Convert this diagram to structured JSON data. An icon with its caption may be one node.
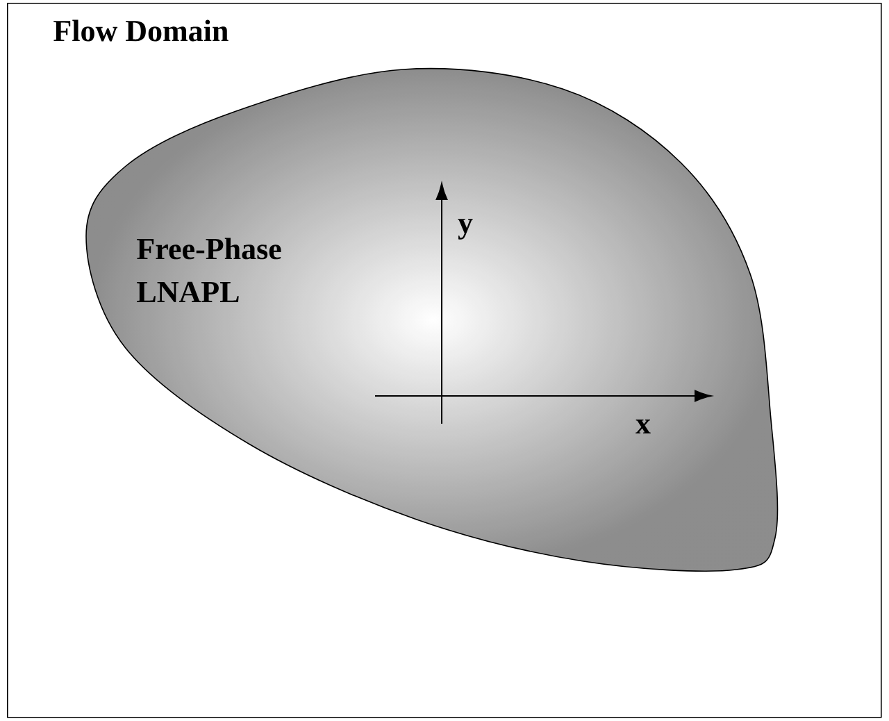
{
  "diagram": {
    "nodes": [
      {
        "text": [
          "Flow Domain"
        ]
      },
      {
        "text": [
          "Free-Phase LNAPL"
        ],
        "in": 0
      }
    ],
    "labels": [
      "y",
      "x"
    ]
  }
}
